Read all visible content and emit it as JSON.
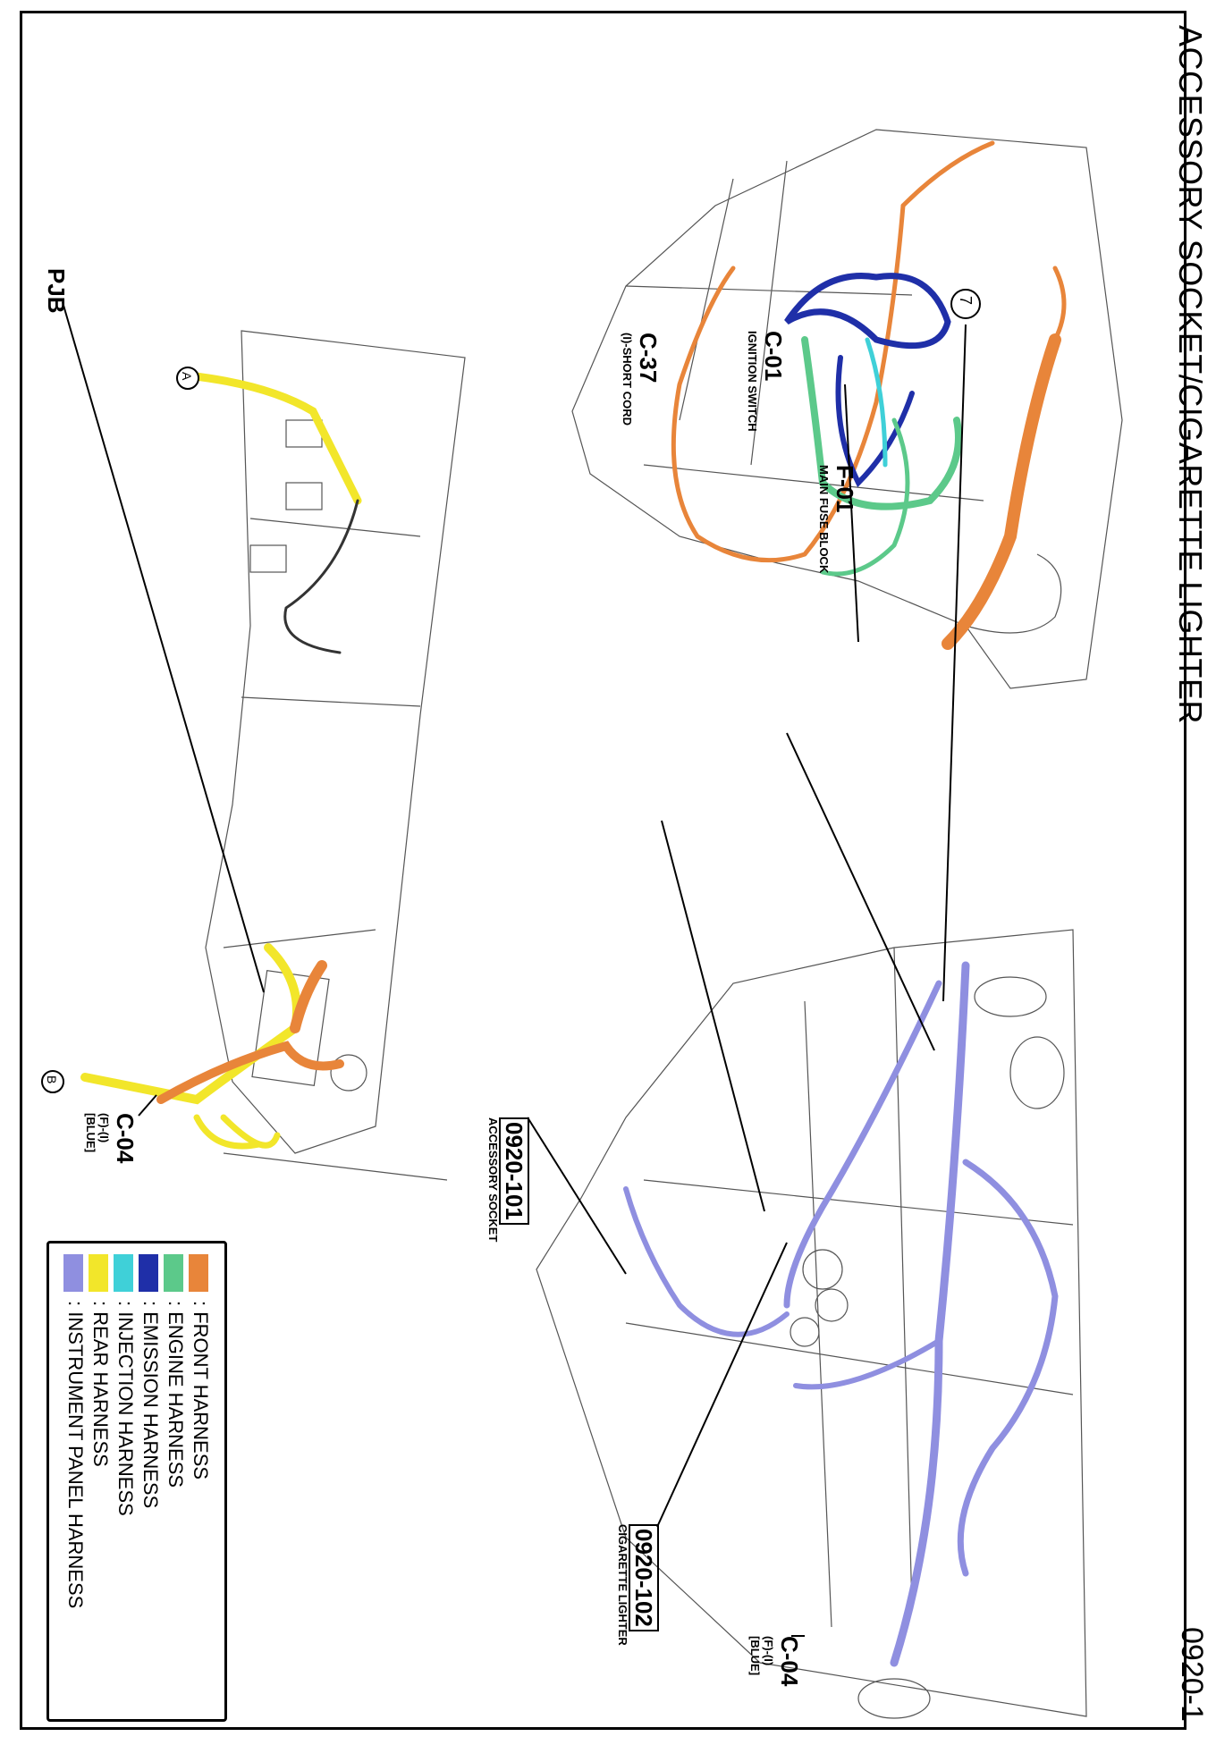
{
  "sheet": {
    "title": "ACCESSORY SOCKET/CIGARETTE LIGHTER",
    "number": "0920-1"
  },
  "callouts": {
    "f01": {
      "code": "F-01",
      "desc": "MAIN FUSE BLOCK"
    },
    "c01": {
      "code": "C-01",
      "desc": "IGNITION SWITCH"
    },
    "c37": {
      "code": "C-37",
      "desc": "(I)-SHORT CORD"
    },
    "c04_right": {
      "code": "C-04",
      "line1": "(F)-(I)",
      "line2": "[BLUE]"
    },
    "c04_left": {
      "code": "C-04",
      "line1": "(F)-(I)",
      "line2": "[BLUE]"
    },
    "acc": {
      "code": "0920-101",
      "desc": "ACCESSORY SOCKET"
    },
    "cig": {
      "code": "0920-102",
      "desc": "CIGARETTE LIGHTER"
    },
    "pjb": {
      "code": "PJB"
    },
    "marker7": "7",
    "markerA": "A",
    "markerB": "B"
  },
  "legend": {
    "items": [
      {
        "label": ": FRONT HARNESS",
        "color": "#e8853a"
      },
      {
        "label": ": ENGINE HARNESS",
        "color": "#5cc98a"
      },
      {
        "label": ": EMISSION HARNESS",
        "color": "#1f2fa8"
      },
      {
        "label": ": INJECTION HARNESS",
        "color": "#3fd0d8"
      },
      {
        "label": ": REAR HARNESS",
        "color": "#f2e62a"
      },
      {
        "label": ": INSTRUMENT PANEL HARNESS",
        "color": "#8f8fe0"
      }
    ]
  }
}
